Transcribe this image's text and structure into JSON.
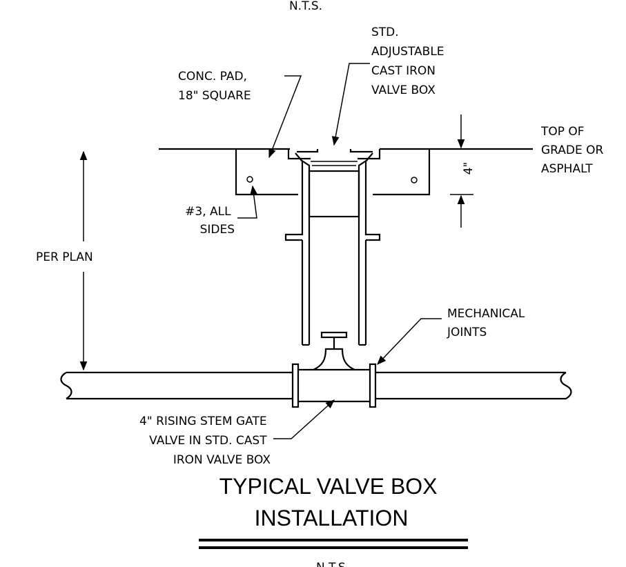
{
  "top_scale_note": "N.T.S.",
  "labels": {
    "valve_box": [
      "STD.",
      "ADJUSTABLE",
      "CAST IRON",
      "VALVE BOX"
    ],
    "conc_pad": [
      "CONC. PAD,",
      "18\" SQUARE"
    ],
    "top_of_grade": [
      "TOP OF",
      "GRADE OR",
      "ASPHALT"
    ],
    "dimension_4": "4\"",
    "rebar": [
      "#3, ALL",
      "SIDES"
    ],
    "per_plan": "PER PLAN",
    "mech_joints": [
      "MECHANICAL",
      "JOINTS"
    ],
    "gate_valve": [
      "4\" RISING STEM GATE",
      "VALVE IN STD. CAST",
      "IRON VALVE BOX"
    ]
  },
  "title": [
    "TYPICAL VALVE BOX",
    "INSTALLATION"
  ],
  "bottom_scale_note": "N.T.S."
}
